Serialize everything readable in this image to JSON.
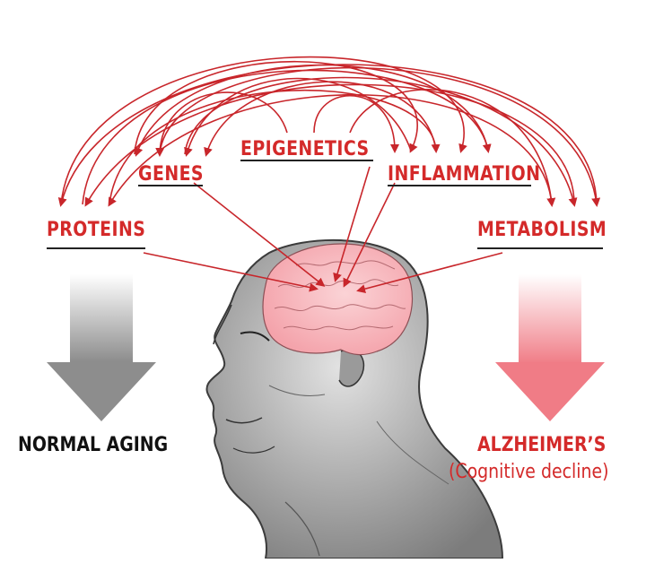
{
  "colors": {
    "accent_red": "#d42a2a",
    "arrow_line": "#c8262b",
    "text_dark": "#111111",
    "brain_pink": "#f6a7ae",
    "gray_arrow": "#8f8f8f"
  },
  "factors": {
    "genes": "GENES",
    "epigenetics": "EPIGENETICS",
    "inflammation": "INFLAMMATION",
    "proteins": "PROTEINS",
    "metabolism": "METABOLISM"
  },
  "outcomes": {
    "normal": "NORMAL AGING",
    "alzheimers": "ALZHEIMER’S",
    "alzheimers_sub": "(Cognitive decline)"
  },
  "icons": [
    "head-profile-illustration",
    "brain-illustration",
    "down-arrow-gray",
    "down-arrow-red"
  ]
}
